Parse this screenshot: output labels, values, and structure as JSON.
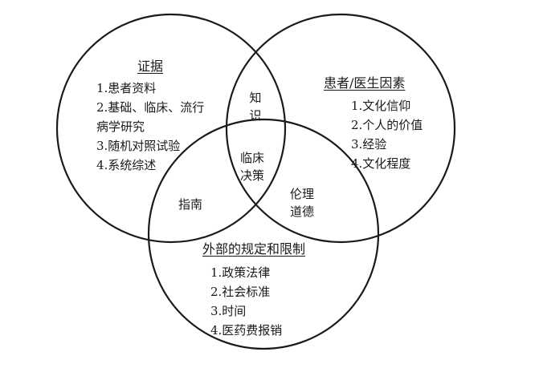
{
  "evidence": {
    "title": "证据",
    "items": [
      "1.患者资料",
      "2.基础、临床、流行",
      "病学研究",
      "3.随机对照试验",
      "4.系统综述"
    ]
  },
  "patient": {
    "title": "患者/医生因素",
    "items": [
      "1.文化信仰",
      "2.个人的价值",
      "3.经验",
      "4.文化程度"
    ]
  },
  "external": {
    "title": "外部的规定和限制",
    "items": [
      "1.政策法律",
      "2.社会标准",
      "3.时间",
      "4.医药费报销"
    ]
  },
  "overlaps": {
    "knowledge": [
      "知",
      "识"
    ],
    "guideline": "指南",
    "ethics": [
      "伦理",
      "道德"
    ],
    "decision": [
      "临床",
      "决策"
    ]
  },
  "colors": {
    "stroke": "#1a1a1a",
    "background": "#ffffff"
  }
}
